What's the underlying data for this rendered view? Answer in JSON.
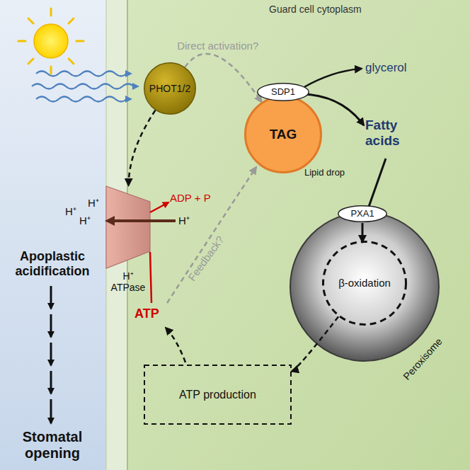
{
  "diagram": {
    "nodes": [
      {
        "text": [
          "PHOT1/2"
        ]
      },
      {
        "text": [
          "TAG",
          "Lipid drop"
        ]
      },
      {
        "text": [
          "SDP1"
        ]
      },
      {
        "text": [
          "H⁺ ATPase"
        ]
      },
      {
        "text": [
          "Peroxisome"
        ]
      },
      {
        "text": [
          "PXA1"
        ]
      },
      {
        "text": [
          "β-oxidation"
        ],
        "in": 4
      },
      {
        "text": [
          "ATP production"
        ]
      }
    ],
    "edges": [
      {
        "from": 0,
        "to": 1,
        "arrow": "to",
        "label": "Direct activation?"
      },
      {
        "from": 0,
        "to": 3,
        "arrow": "to"
      },
      {
        "from": 6,
        "to": 7,
        "arrow": "to"
      }
    ],
    "labels": [
      "Guard cell cytoplasm",
      "glycerol",
      "Fatty acids",
      "ADP + P",
      "H⁺",
      "H⁺",
      "H⁺",
      "H⁺",
      "ATP",
      "Feedback?",
      "Apoplastic acidification",
      "Stomatal opening"
    ]
  }
}
